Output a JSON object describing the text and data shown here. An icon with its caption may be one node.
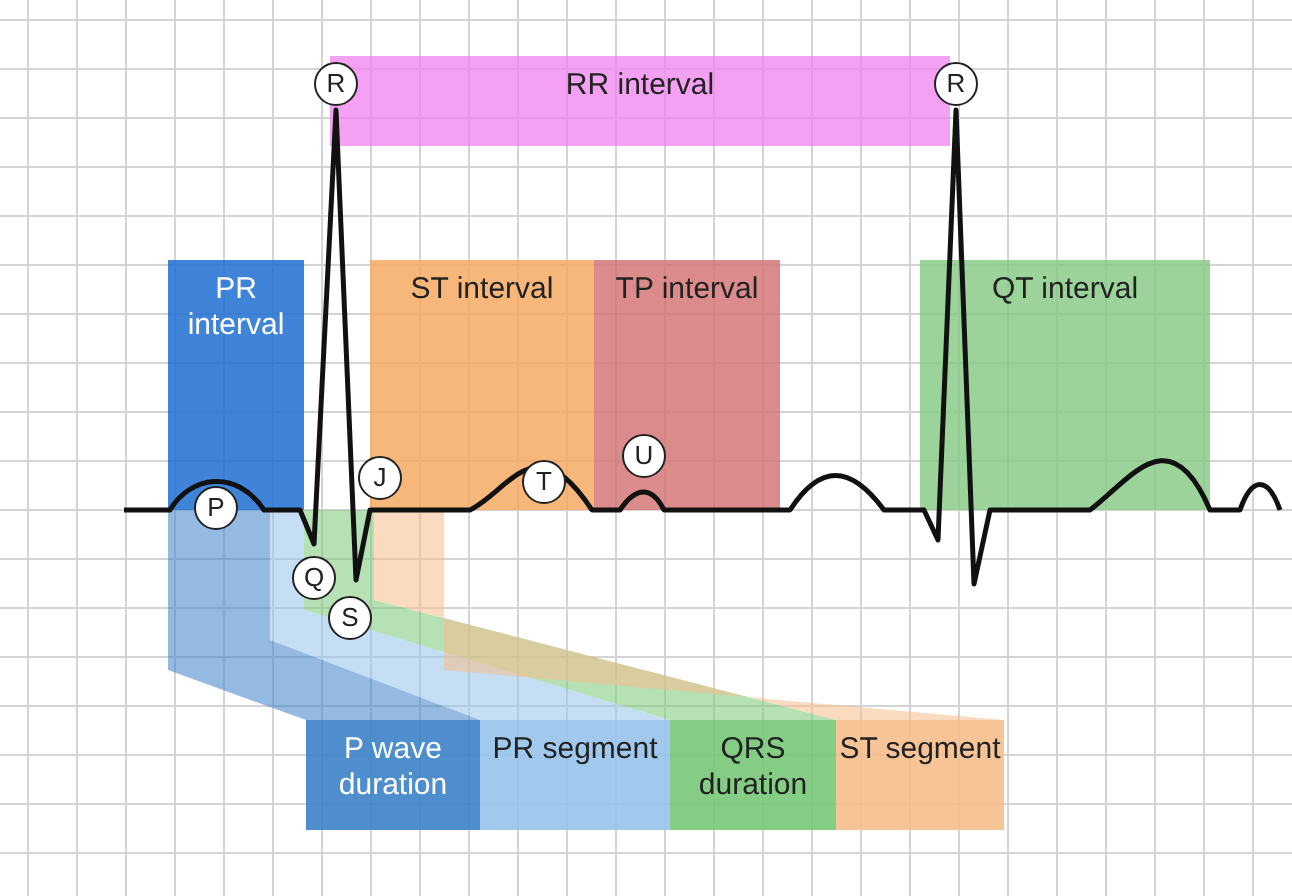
{
  "diagram": {
    "nodes": [
      {
        "text": [
          "R"
        ]
      },
      {
        "text": [
          "RR interval"
        ]
      },
      {
        "text": [
          "R"
        ]
      },
      {
        "text": [
          "PR interval"
        ]
      },
      {
        "text": [
          "ST interval"
        ]
      },
      {
        "text": [
          "TP interval"
        ]
      },
      {
        "text": [
          "QT interval"
        ]
      },
      {
        "text": [
          "P"
        ]
      },
      {
        "text": [
          "J"
        ]
      },
      {
        "text": [
          "T"
        ],
        "in": 4
      },
      {
        "text": [
          "U"
        ],
        "in": 5
      },
      {
        "text": [
          "Q"
        ]
      },
      {
        "text": [
          "S"
        ]
      },
      {
        "text": [
          "P wave duration"
        ]
      },
      {
        "text": [
          "PR segment"
        ]
      },
      {
        "text": [
          "QRS duration"
        ]
      },
      {
        "text": [
          "ST segment"
        ]
      }
    ]
  }
}
